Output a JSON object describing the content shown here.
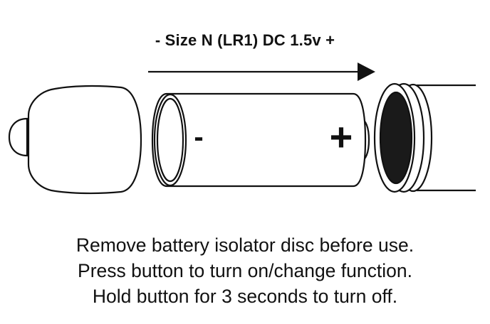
{
  "diagram": {
    "size_label": "- Size N (LR1) DC 1.5v +",
    "battery": {
      "negative_symbol": "-",
      "positive_symbol": "+"
    },
    "instructions": [
      "Remove battery isolator disc before use.",
      "Press button to turn on/change function.",
      "Hold button for 3 seconds to turn off."
    ]
  }
}
